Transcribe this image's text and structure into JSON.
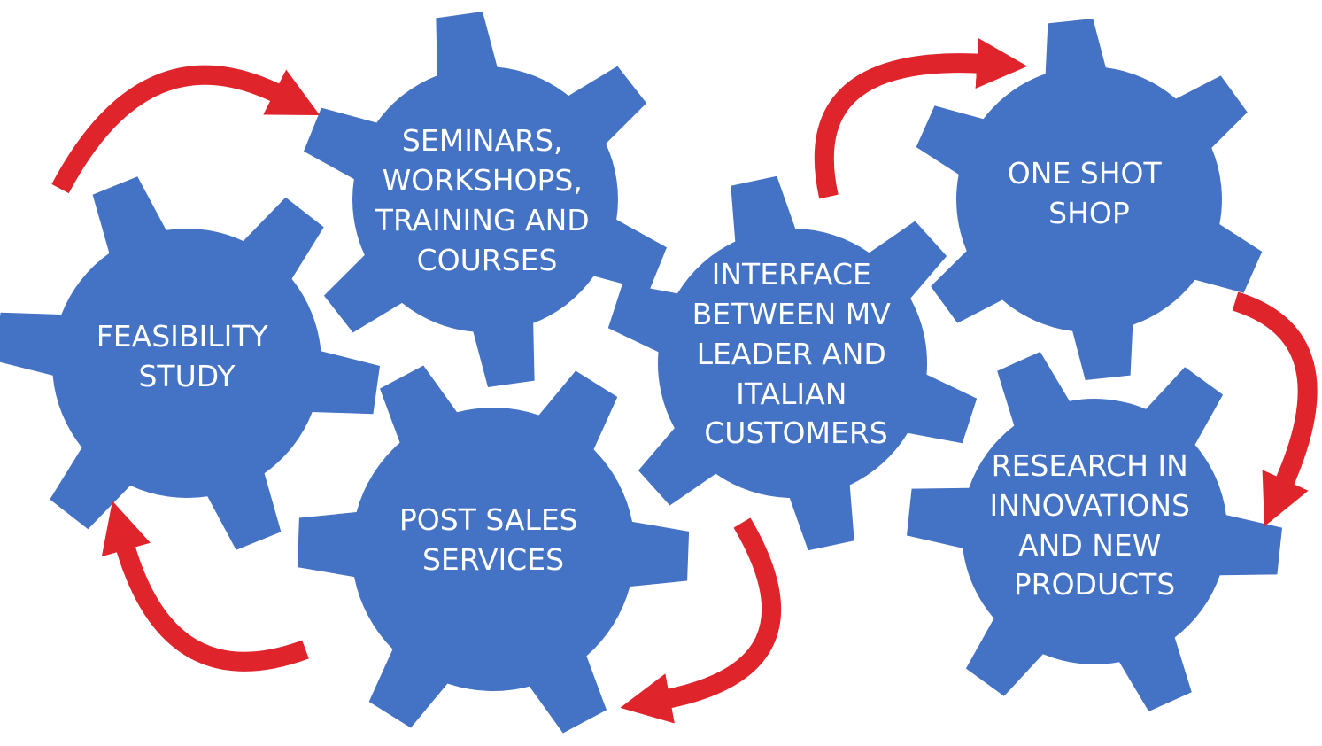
{
  "colors": {
    "gear": "#4472C4",
    "arrow": "#E0242B",
    "label": "#FFFFFF"
  },
  "gears": [
    {
      "id": "feasibility",
      "lines": [
        "FEASIBILITY",
        "STUDY"
      ]
    },
    {
      "id": "seminars",
      "lines": [
        "SEMINARS,",
        "WORKSHOPS,",
        "TRAINING AND",
        "COURSES"
      ]
    },
    {
      "id": "post-sales",
      "lines": [
        "POST SALES",
        "SERVICES"
      ]
    },
    {
      "id": "interface",
      "lines": [
        "INTERFACE",
        "BETWEEN MV",
        "LEADER AND",
        "ITALIAN",
        "CUSTOMERS"
      ]
    },
    {
      "id": "one-shot",
      "lines": [
        "ONE SHOT",
        "SHOP"
      ]
    },
    {
      "id": "research",
      "lines": [
        "RESEARCH IN",
        "INNOVATIONS",
        "AND NEW",
        "PRODUCTS"
      ]
    }
  ]
}
